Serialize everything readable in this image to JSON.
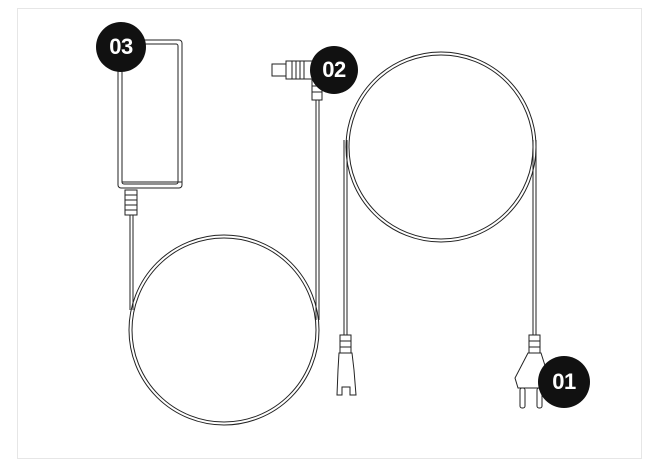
{
  "labels": {
    "plug": "01",
    "dc_connector": "02",
    "adapter": "03"
  },
  "colors": {
    "line": "#222222",
    "badge": "#111111",
    "frame": "#e6e6e6"
  }
}
